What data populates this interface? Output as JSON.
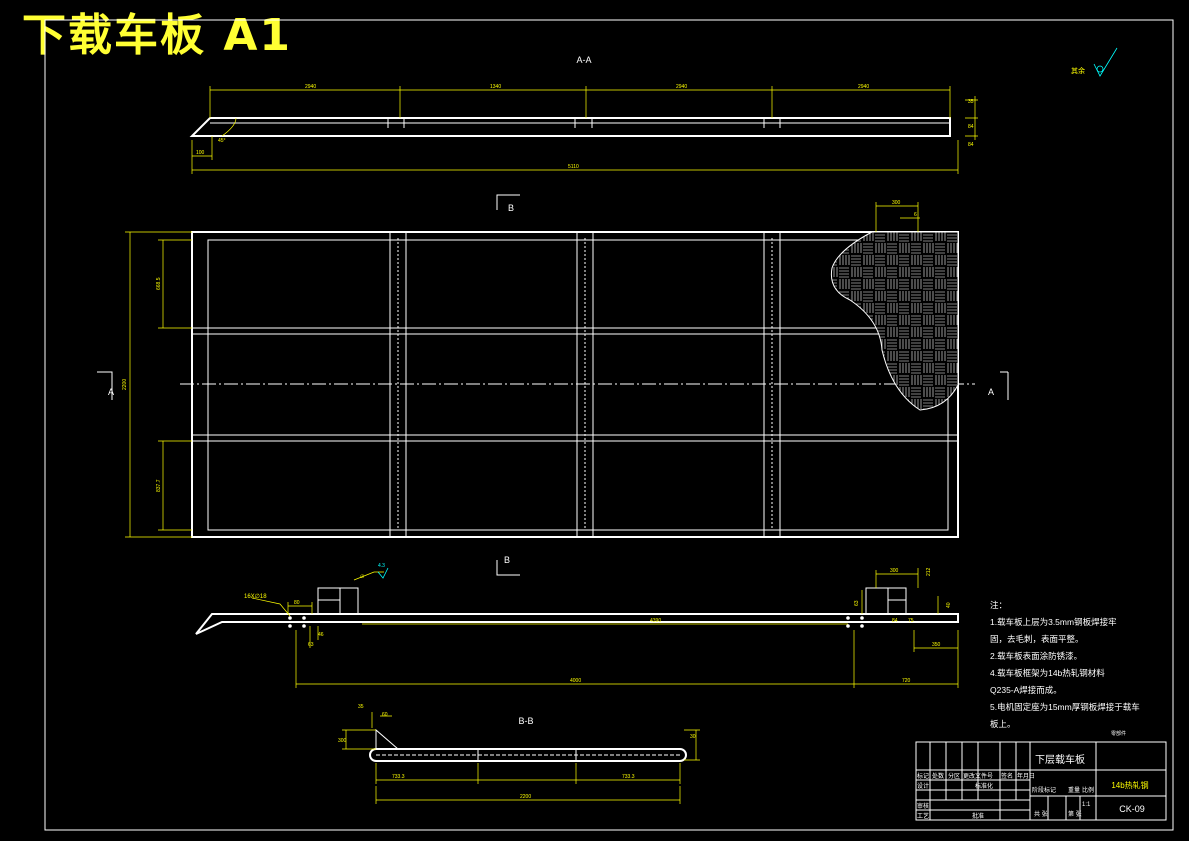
{
  "sheet_title": "下载车板 A1",
  "views": {
    "aa_label": "A-A",
    "bb_label": "B-B",
    "section_b": "B",
    "section_a": "A"
  },
  "roughness": {
    "label": "其余",
    "value": ""
  },
  "dims_aa": {
    "seg1": "2940",
    "seg2": "1340",
    "seg3": "2940",
    "seg4": "2940",
    "total": "5110",
    "left": "100",
    "angle": "45°",
    "r1": "35",
    "r2": "84",
    "r3": "84"
  },
  "dims_plan": {
    "height": "2200",
    "top_row": "668.5",
    "bottom_row": "837.7",
    "top1": "300",
    "top2": "6"
  },
  "dims_side": {
    "holes": "16X∅18",
    "weld": "∅",
    "weld_val": "4.3",
    "d80": "80",
    "d63": "63",
    "d46": "46",
    "mid": "4390",
    "bottom": "4000",
    "right": "720",
    "r300": "300",
    "r212": "212",
    "r84": "84",
    "r63": "63",
    "r350": "350",
    "r75": "75",
    "r40": "40"
  },
  "dims_bb": {
    "top": "35",
    "top2": "60",
    "left": "300",
    "seg_l": "733.3",
    "seg_r": "733.3",
    "total": "2200",
    "right": "30"
  },
  "notes": {
    "heading": "注：",
    "lines": [
      "1.载车板上层为3.5mm钢板焊接牢",
      "固，去毛刺，表面平整。",
      "2.载车板表面涂防锈漆。",
      "4.载车板框架为14b热轧钢材料",
      "Q235-A焊接而成。",
      "5.电机固定座为15mm厚钢板焊接于载车",
      "板上。"
    ]
  },
  "title_block": {
    "part_name": "下层载车板",
    "material": "14b热轧钢",
    "drawing_no": "CK-09",
    "top_note": "零部件",
    "tb_mark": "标记",
    "tb_count": "处数",
    "tb_zone": "分区",
    "tb_docno": "更改文件号",
    "tb_sign": "签名",
    "tb_date": "年月日",
    "tb_design": "设计",
    "tb_standard": "标准化",
    "tb_stage": "阶段标记",
    "tb_weight": "重量",
    "tb_scale": "比例",
    "tb_check": "审核",
    "tb_process": "工艺",
    "tb_approve": "批准",
    "tb_sheets": "共 张",
    "tb_sheet": "第 张",
    "tb_ratio": "1:1"
  }
}
